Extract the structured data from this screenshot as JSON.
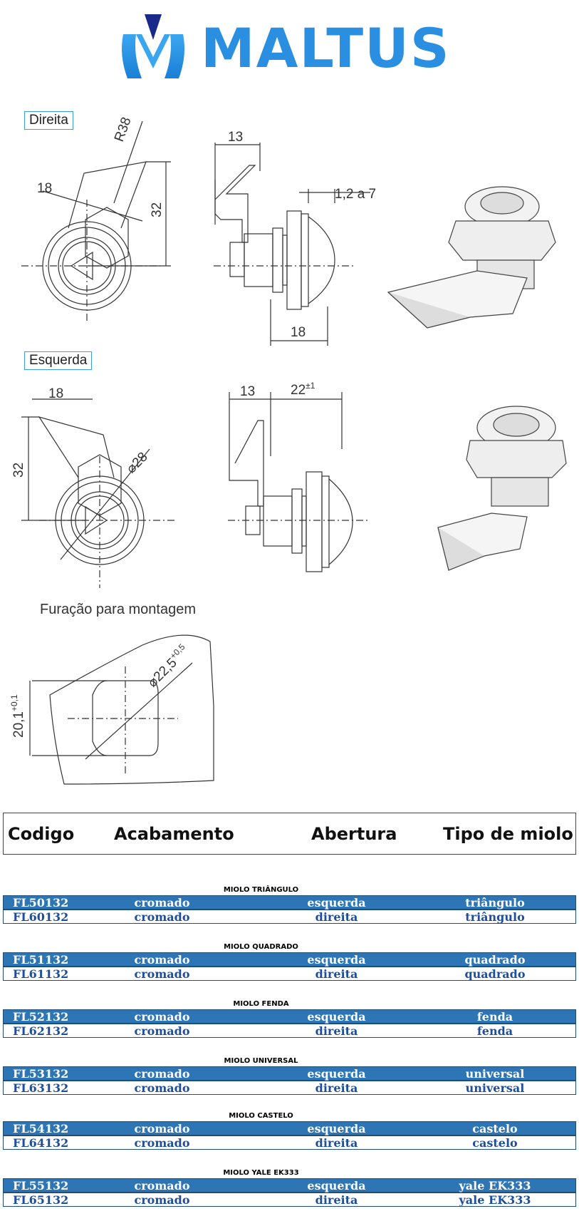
{
  "brand": {
    "name": "MALTUS",
    "accent": "#2a8fe0",
    "dark_accent": "#1a2a8a"
  },
  "views": {
    "right_label": "Direita",
    "left_label": "Esquerda"
  },
  "dims_right": {
    "r": "R38",
    "angle": "18",
    "height": "32",
    "depth": "13",
    "panel": "1,2 a 7",
    "length": "18"
  },
  "dims_left": {
    "angle": "18",
    "height": "32",
    "diam": "28",
    "depth": "13",
    "length": "22",
    "length_tol": "±1"
  },
  "mounting": {
    "title": "Furação para montagem",
    "height": "20,1",
    "height_tol": "+0,1",
    "diam": "22,5",
    "diam_tol": "+0,5"
  },
  "table_header": {
    "code": "Codigo",
    "finish": "Acabamento",
    "opening": "Abertura",
    "core": "Tipo de miolo"
  },
  "groups": [
    {
      "title": "MIOLO TRIÂNGULO",
      "rows": [
        {
          "code": "FL50132",
          "finish": "cromado",
          "opening": "esquerda",
          "core": "triângulo"
        },
        {
          "code": "FL60132",
          "finish": "cromado",
          "opening": "direita",
          "core": "triângulo"
        }
      ]
    },
    {
      "title": "MIOLO QUADRADO",
      "rows": [
        {
          "code": "FL51132",
          "finish": "cromado",
          "opening": "esquerda",
          "core": "quadrado"
        },
        {
          "code": "FL61132",
          "finish": "cromado",
          "opening": "direita",
          "core": "quadrado"
        }
      ]
    },
    {
      "title": "MIOLO FENDA",
      "rows": [
        {
          "code": "FL52132",
          "finish": "cromado",
          "opening": "esquerda",
          "core": "fenda"
        },
        {
          "code": "FL62132",
          "finish": "cromado",
          "opening": "direita",
          "core": "fenda"
        }
      ]
    },
    {
      "title": "MIOLO UNIVERSAL",
      "rows": [
        {
          "code": "FL53132",
          "finish": "cromado",
          "opening": "esquerda",
          "core": "universal"
        },
        {
          "code": "FL63132",
          "finish": "cromado",
          "opening": "direita",
          "core": "universal"
        }
      ]
    },
    {
      "title": "MIOLO CASTELO",
      "rows": [
        {
          "code": "FL54132",
          "finish": "cromado",
          "opening": "esquerda",
          "core": "castelo"
        },
        {
          "code": "FL64132",
          "finish": "cromado",
          "opening": "direita",
          "core": "castelo"
        }
      ]
    },
    {
      "title": "MIOLO YALE EK333",
      "rows": [
        {
          "code": "FL55132",
          "finish": "cromado",
          "opening": "esquerda",
          "core": "yale EK333"
        },
        {
          "code": "FL65132",
          "finish": "cromado",
          "opening": "direita",
          "core": "yale EK333"
        }
      ]
    }
  ]
}
